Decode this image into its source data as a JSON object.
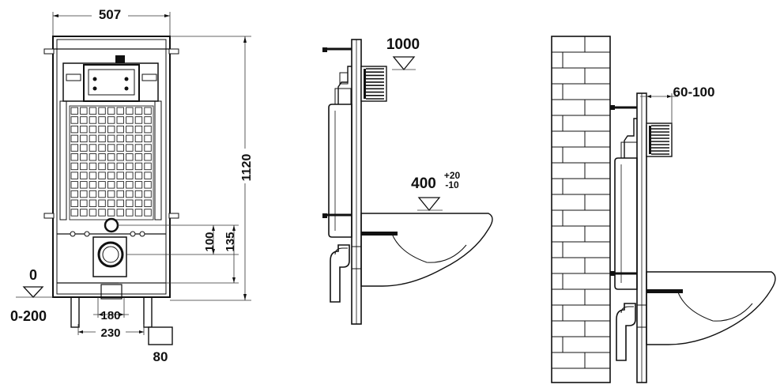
{
  "front_view": {
    "width": "507",
    "height": "1120",
    "dim_135": "135",
    "dim_100": "100",
    "dim_180": "180",
    "dim_230": "230",
    "foot_width": "80",
    "level_zero": "0",
    "leg_adjust": "0-200"
  },
  "side_view": {
    "height_mark": "1000",
    "bowl_height_main": "400",
    "bowl_tol_plus": "+20",
    "bowl_tol_minus": "-10"
  },
  "wall_view": {
    "offset_range": "60-100"
  },
  "colors": {
    "line": "#111111",
    "background": "#ffffff"
  }
}
